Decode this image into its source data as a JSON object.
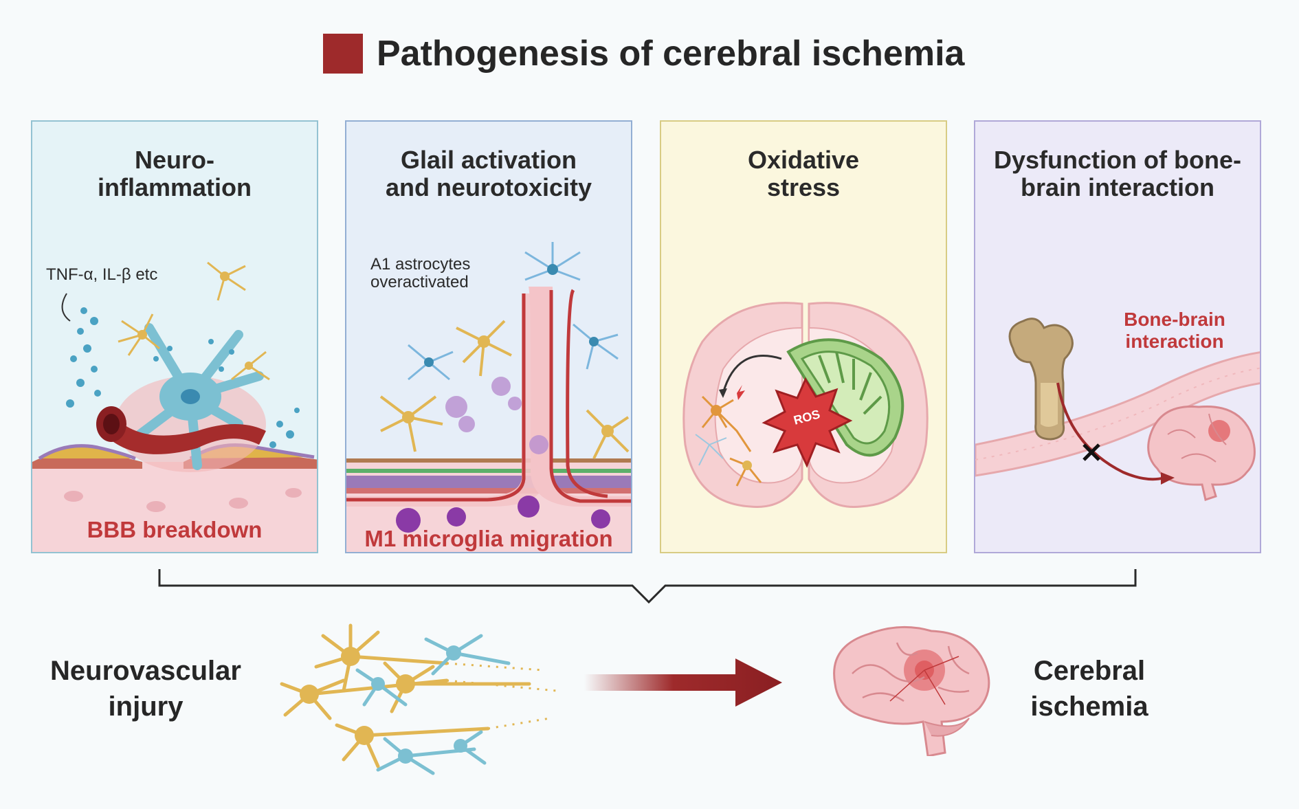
{
  "title": {
    "text": "Pathogenesis of cerebral ischemia",
    "swatch_color": "#9e2a2b"
  },
  "panels": [
    {
      "title": "Neuro-\ninflammation",
      "annotation": "TNF-α, IL-β etc",
      "caption": "BBB breakdown",
      "bg": "#e5f3f7"
    },
    {
      "title": "Glail activation\nand neurotoxicity",
      "annotation": "A1 astrocytes\noveractivated",
      "caption": "M1 microglia migration",
      "bg": "#e6eef8"
    },
    {
      "title": "Oxidative\nstress",
      "badge": "ROS",
      "bg": "#fbf7de"
    },
    {
      "title": "Dysfunction of bone-\nbrain interaction",
      "annotation": "Bone-brain\ninteraction",
      "bg": "#eceaf8"
    }
  ],
  "bottom": {
    "left_label": "Neurovascular\ninjury",
    "right_label": "Cerebral\nischemia"
  },
  "icons": [
    "neuron-cluster-icon",
    "blood-vessel-icon",
    "astrocyte-icon",
    "microglia-icon",
    "brain-icon",
    "mitochondrion-icon",
    "bone-icon",
    "arrow-right-icon"
  ],
  "colors": {
    "accent_red": "#9e2a2b",
    "label_red": "#c0393b",
    "astrocyte": "#e1b653",
    "neuron_blue": "#7cc0d2"
  }
}
